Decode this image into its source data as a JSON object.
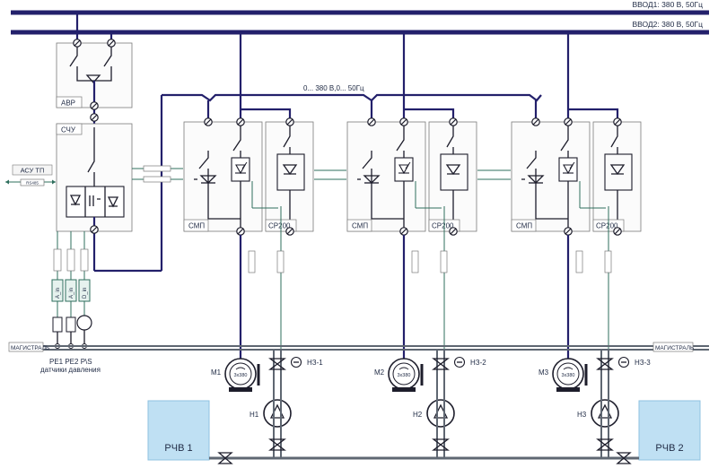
{
  "diagram": {
    "buses": {
      "input1": "ВВОД1: 380 В, 50Гц",
      "input2": "ВВОД2: 380 В, 50Гц",
      "output": "0... 380 В,0... 50Гц"
    },
    "blocks": {
      "avr": "АВР",
      "scu": "СЧУ",
      "asu": "АСУ ТП",
      "rs485": "RS485",
      "smp": "СМП",
      "cp200": "СР200"
    },
    "magistral": "МАГИСТРАЛЬ",
    "sensors": {
      "labels": "PE1 PE2 P\\S",
      "caption": "датчики давления",
      "inputs": [
        "A_in",
        "A_in",
        "D_in"
      ]
    },
    "units": [
      {
        "motor": "М1",
        "pump": "Н1",
        "level": "НЗ-1"
      },
      {
        "motor": "М2",
        "pump": "Н2",
        "level": "НЗ-2"
      },
      {
        "motor": "М3",
        "pump": "Н3",
        "level": "НЗ-3"
      }
    ],
    "motor_rating": "3х380",
    "tanks": [
      "РЧВ 1",
      "РЧВ 2"
    ],
    "colors": {
      "power": "#23206b",
      "signal": "#2f6f5e",
      "tank": "#bfe0f3",
      "box_border": "#7a7a7a"
    }
  }
}
